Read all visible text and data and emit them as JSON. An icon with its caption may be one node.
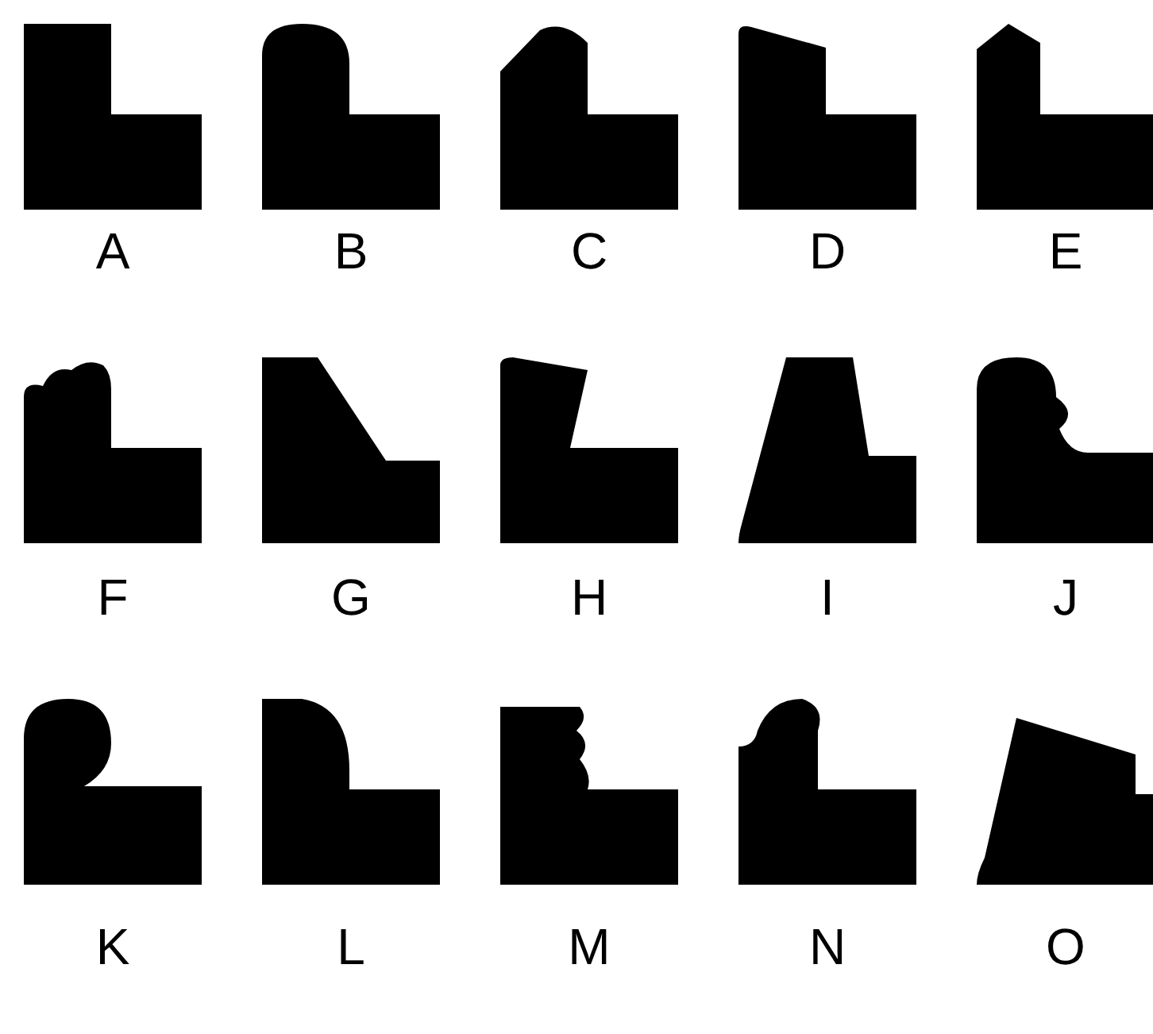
{
  "diagram": {
    "labels": [
      "A",
      "B",
      "C",
      "D",
      "E",
      "F",
      "G",
      "H",
      "I",
      "J",
      "K",
      "L",
      "M",
      "N",
      "O"
    ]
  }
}
